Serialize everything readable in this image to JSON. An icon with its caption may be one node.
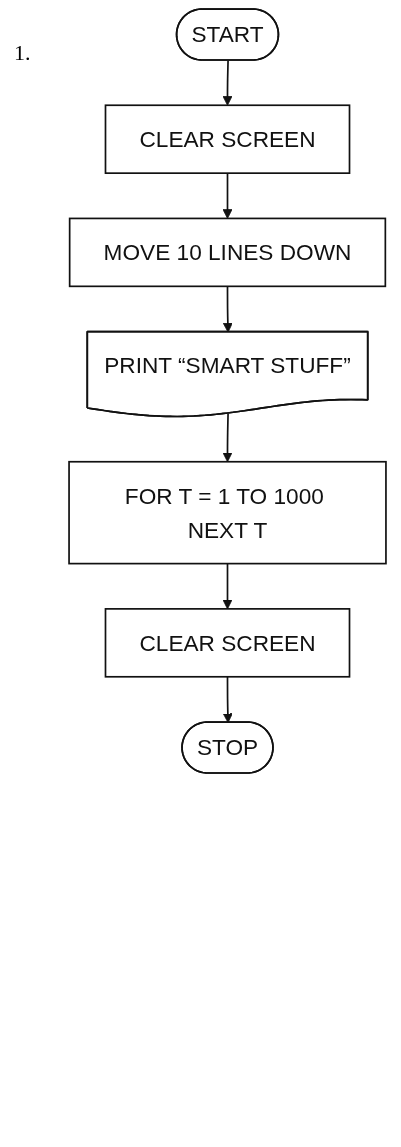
{
  "diagram": {
    "nodes": [
      {
        "text": [
          "START"
        ]
      },
      {
        "text": [
          "CLEAR SCREEN"
        ]
      },
      {
        "text": [
          "MOVE 10 LINES DOWN"
        ]
      },
      {
        "text": [
          "PRINT “SMART STUFF”"
        ]
      },
      {
        "text": [
          "FOR T = 1 TO 1000 NEXT T"
        ]
      },
      {
        "text": [
          "CLEAR SCREEN"
        ]
      },
      {
        "text": [
          "STOP"
        ]
      }
    ],
    "edges": [
      {
        "from": 0,
        "to": 1,
        "arrow": "to"
      },
      {
        "from": 1,
        "to": 2,
        "arrow": "to"
      },
      {
        "from": 2,
        "to": 3,
        "arrow": "to"
      },
      {
        "from": 3,
        "to": 4,
        "arrow": "to"
      },
      {
        "from": 4,
        "to": 5,
        "arrow": "to"
      },
      {
        "from": 5,
        "to": 6,
        "arrow": "to"
      }
    ],
    "labels": [
      "1."
    ]
  }
}
